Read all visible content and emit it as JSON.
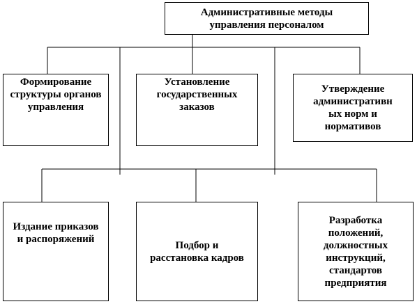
{
  "diagram": {
    "root": {
      "label": "Административные методы\nуправления персоналом"
    },
    "row1": [
      {
        "label": "Формирование\nструктуры органов\nуправления"
      },
      {
        "label": "Установление\nгосударственных\nзаказов"
      },
      {
        "label": "Утверждение\nадминистративн\nых норм и\nнормативов"
      }
    ],
    "row2": [
      {
        "label": "Издание приказов\nи распоряжений"
      },
      {
        "label": "Подбор и\nрасстановка кадров"
      },
      {
        "label": "Разработка\nположений,\nдолжностных\nинструкций,\nстандартов\nпредприятия"
      }
    ],
    "colors": {
      "line": "#000000",
      "background": "#ffffff"
    }
  }
}
